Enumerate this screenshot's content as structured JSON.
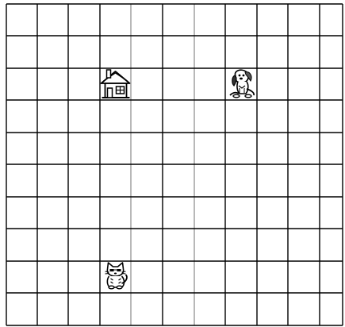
{
  "board": {
    "columns": 11,
    "rows": 10,
    "line_color": "#000000",
    "light_line_color": "#9a9a9a",
    "background": "#ffffff"
  },
  "pieces": [
    {
      "id": "house",
      "icon": "house-icon",
      "col": 3,
      "row": 2
    },
    {
      "id": "dog",
      "icon": "dog-icon",
      "col": 7,
      "row": 2
    },
    {
      "id": "cat",
      "icon": "cat-icon",
      "col": 3,
      "row": 8
    }
  ]
}
